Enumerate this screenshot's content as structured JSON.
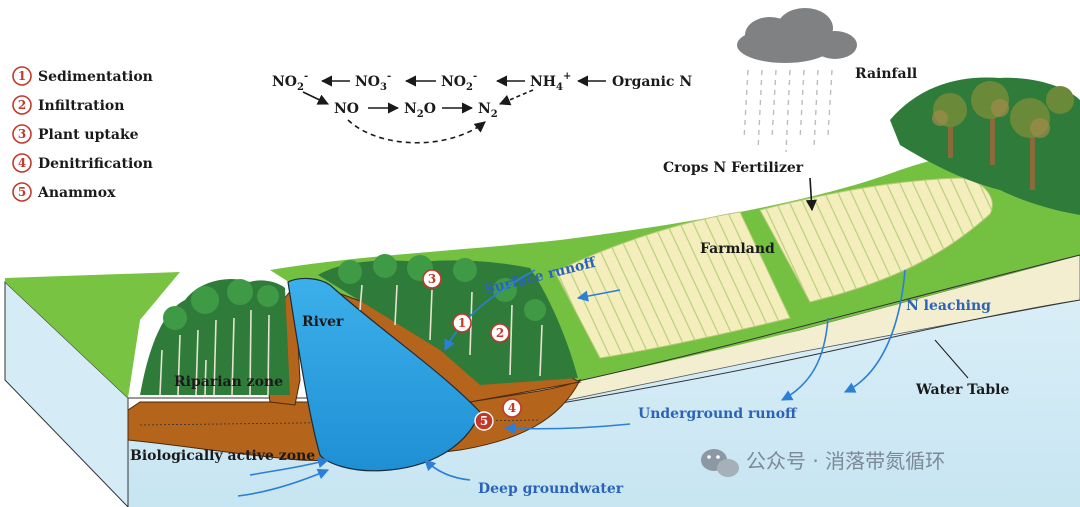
{
  "legend": [
    {
      "num": "1",
      "label": "Sedimentation"
    },
    {
      "num": "2",
      "label": "Infiltration"
    },
    {
      "num": "3",
      "label": "Plant uptake"
    },
    {
      "num": "4",
      "label": "Denitrification"
    },
    {
      "num": "5",
      "label": "Anammox"
    }
  ],
  "pathway": {
    "top_row": {
      "no2_a": {
        "base": "NO",
        "sub": "2",
        "sup": "-"
      },
      "no3": {
        "base": "NO",
        "sub": "3",
        "sup": "-"
      },
      "no2_b": {
        "base": "NO",
        "sub": "2",
        "sup": "-"
      },
      "nh4": {
        "base": "NH",
        "sub": "4",
        "sup": "+"
      },
      "organic_n": "Organic N"
    },
    "bottom_row": {
      "no": "NO",
      "n2o": {
        "base": "N",
        "sub": "2",
        "tail": "O"
      },
      "n2": {
        "base": "N",
        "sub": "2"
      }
    }
  },
  "labels": {
    "rainfall": "Rainfall",
    "crops_fertilizer": "Crops N Fertilizer",
    "farmland": "Farmland",
    "surface_runoff": "Surface runoff",
    "n_leaching": "N leaching",
    "water_table": "Water Table",
    "underground_runoff": "Underground runoff",
    "river": "River",
    "riparian_zone": "Riparian zone",
    "biologically_active_zone": "Biologically active zone",
    "deep_groundwater": "Deep groundwater"
  },
  "site_markers": [
    {
      "num": "3"
    },
    {
      "num": "1"
    },
    {
      "num": "2"
    },
    {
      "num": "4"
    },
    {
      "num": "5"
    }
  ],
  "watermark": {
    "icon": "wechat-icon",
    "text": "公众号 · 消落带氮循环"
  },
  "colors": {
    "river": "#27a3e3",
    "groundwater": "#cfe9f4",
    "grass": "#6dbf3f",
    "farmland": "#f4eebc",
    "soil": "#b5641c",
    "sand": "#f1eccd",
    "label_blue": "#2b63b8",
    "badge_red": "#c0392b"
  }
}
